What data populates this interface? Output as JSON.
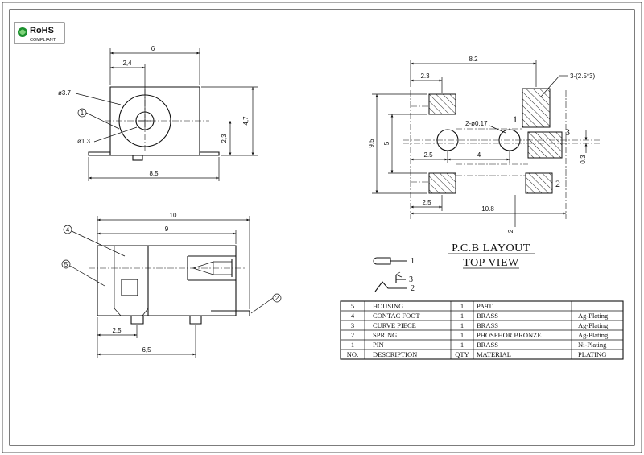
{
  "logo": {
    "title": "RoHS",
    "subtitle": "COMPLIANT",
    "color": "#1a8f2c"
  },
  "front_view": {
    "dims": {
      "width": "6",
      "offset": "2,4",
      "base": "8,5",
      "height": "4,7",
      "center_h": "2,3"
    },
    "dia_outer": "ø3.7",
    "dia_pin": "ø1.3",
    "callout": "1"
  },
  "side_view": {
    "dims": {
      "total": "10",
      "body": "9",
      "foot_offset": "2,5",
      "foot_span": "6,5"
    },
    "callouts": [
      "4",
      "5",
      "2"
    ]
  },
  "pcb": {
    "dims": {
      "width": "8.2",
      "pad_left": "2.3",
      "height": "9.5",
      "inner_h": "5",
      "hole_x": "2.5",
      "hole_pitch": "4",
      "pad_bottom": "2.5",
      "overall_w": "10.8",
      "gap": "0.3",
      "bottom_gap": "2"
    },
    "pad_note": "3-(2.5*3)",
    "hole_note": "2-ø0.17",
    "pin_labels": [
      "1",
      "2",
      "3"
    ],
    "title": "P.C.B LAYOUT",
    "subtitle": "TOP VIEW"
  },
  "schematic": {
    "labels": [
      "1",
      "3",
      "2"
    ]
  },
  "bom": {
    "rows": [
      {
        "no": "5",
        "desc": "HOUSING",
        "qty": "1",
        "mat": "PA9T",
        "plating": ""
      },
      {
        "no": "4",
        "desc": "CONTAC FOOT",
        "qty": "1",
        "mat": "BRASS",
        "plating": "Ag-Plating"
      },
      {
        "no": "3",
        "desc": "CURVE PIECE",
        "qty": "1",
        "mat": "BRASS",
        "plating": "Ag-Plating"
      },
      {
        "no": "2",
        "desc": "SPRING",
        "qty": "1",
        "mat": "PHOSPHOR BRONZE",
        "plating": "Ag-Plating"
      },
      {
        "no": "1",
        "desc": "PIN",
        "qty": "1",
        "mat": "BRASS",
        "plating": "Ni-Plating"
      }
    ],
    "header": {
      "no": "NO.",
      "desc": "DESCRIPTION",
      "qty": "QTY",
      "mat": "MATERIAL",
      "plating": "PLATING"
    }
  }
}
